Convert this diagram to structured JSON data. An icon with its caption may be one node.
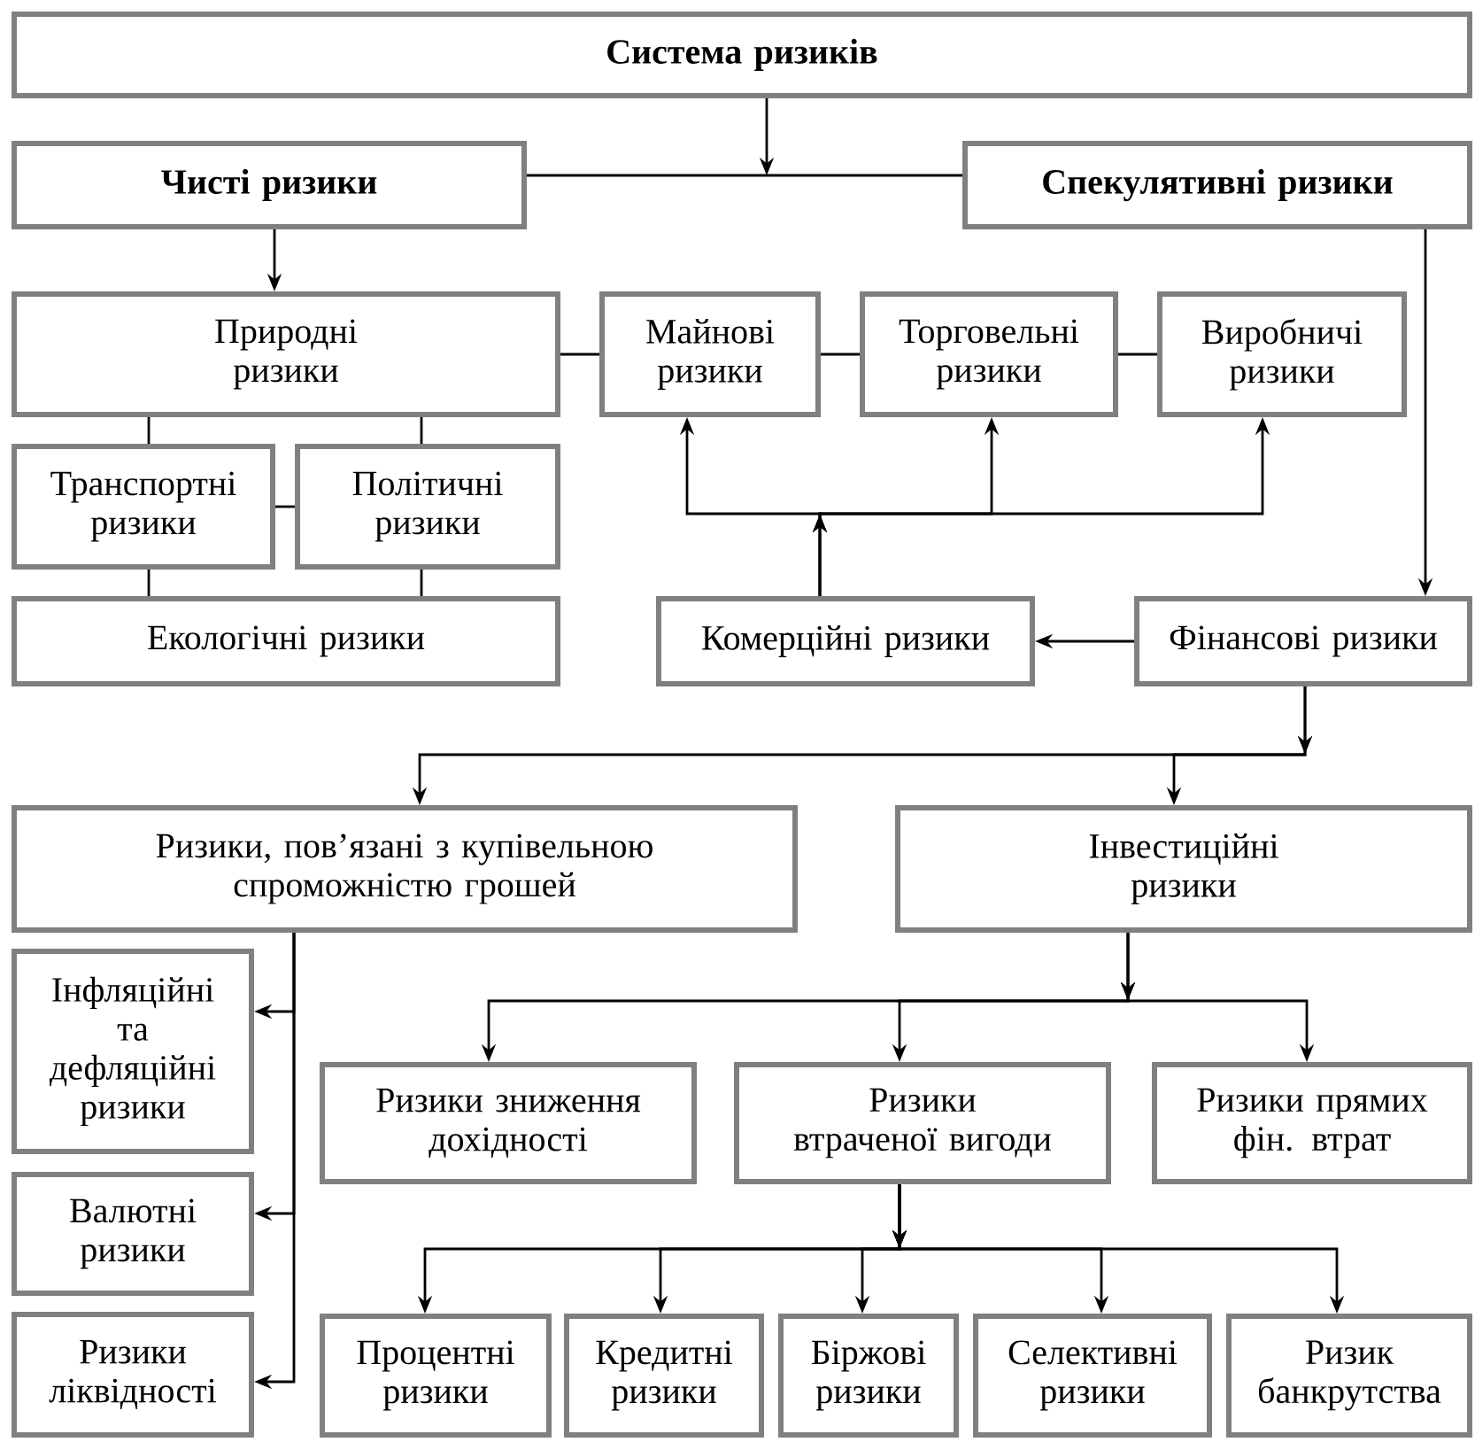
{
  "diagram": {
    "nodes": [
      {
        "text": [
          "Система ризиків"
        ]
      },
      {
        "text": [
          "Чисті ризики"
        ]
      },
      {
        "text": [
          "Спекулятивні ризики"
        ]
      },
      {
        "text": [
          "Природні ризики"
        ]
      },
      {
        "text": [
          "Майнові ризики"
        ]
      },
      {
        "text": [
          "Торговельні ризики"
        ]
      },
      {
        "text": [
          "Виробничі ризики"
        ]
      },
      {
        "text": [
          "Транспортні ризики"
        ]
      },
      {
        "text": [
          "Політичні ризики"
        ]
      },
      {
        "text": [
          "Екологічні ризики"
        ]
      },
      {
        "text": [
          "Комерційні ризики"
        ]
      },
      {
        "text": [
          "Фінансові ризики"
        ]
      },
      {
        "text": [
          "Ризики, пов’язані з купівельною спроможністю грошей"
        ]
      },
      {
        "text": [
          "Інвестиційні ризики"
        ]
      },
      {
        "text": [
          "Інфляційні та дефляційні ризики"
        ]
      },
      {
        "text": [
          "Валютні ризики"
        ]
      },
      {
        "text": [
          "Ризики ліквідності"
        ]
      },
      {
        "text": [
          "Ризики зниження дохідності"
        ]
      },
      {
        "text": [
          "Ризики втраченої вигоди"
        ]
      },
      {
        "text": [
          "Ризики прямих фін. втрат"
        ]
      },
      {
        "text": [
          "Процентні ризики"
        ]
      },
      {
        "text": [
          "Кредитні ризики"
        ]
      },
      {
        "text": [
          "Біржові ризики"
        ]
      },
      {
        "text": [
          "Селективні ризики"
        ]
      },
      {
        "text": [
          "Ризик банкрутства"
        ]
      }
    ],
    "edges": [
      {
        "from": 0,
        "to": null,
        "arrow": "to"
      },
      {
        "from": 1,
        "to": 2,
        "arrow": "none"
      },
      {
        "from": 1,
        "to": 3,
        "arrow": "to"
      },
      {
        "from": 3,
        "to": 4,
        "arrow": "none"
      },
      {
        "from": 4,
        "to": 5,
        "arrow": "none"
      },
      {
        "from": 5,
        "to": 6,
        "arrow": "none"
      },
      {
        "from": 3,
        "to": 7,
        "arrow": "none"
      },
      {
        "from": 3,
        "to": 8,
        "arrow": "none"
      },
      {
        "from": 7,
        "to": 8,
        "arrow": "none"
      },
      {
        "from": 7,
        "to": 9,
        "arrow": "none"
      },
      {
        "from": 8,
        "to": 9,
        "arrow": "none"
      },
      {
        "from": 2,
        "to": 11,
        "arrow": "to"
      },
      {
        "from": 11,
        "to": 10,
        "arrow": "to"
      },
      {
        "from": 10,
        "to": 4,
        "arrow": "to"
      },
      {
        "from": 10,
        "to": 5,
        "arrow": "to"
      },
      {
        "from": 10,
        "to": 6,
        "arrow": "to"
      },
      {
        "from": 11,
        "to": 12,
        "arrow": "to"
      },
      {
        "from": 11,
        "to": 13,
        "arrow": "to"
      },
      {
        "from": 12,
        "to": 14,
        "arrow": "to"
      },
      {
        "from": 12,
        "to": 15,
        "arrow": "to"
      },
      {
        "from": 12,
        "to": 16,
        "arrow": "to"
      },
      {
        "from": 13,
        "to": 17,
        "arrow": "to"
      },
      {
        "from": 13,
        "to": 18,
        "arrow": "to"
      },
      {
        "from": 13,
        "to": 19,
        "arrow": "to"
      },
      {
        "from": 18,
        "to": 20,
        "arrow": "to"
      },
      {
        "from": 18,
        "to": 21,
        "arrow": "to"
      },
      {
        "from": 18,
        "to": 22,
        "arrow": "to"
      },
      {
        "from": 18,
        "to": 23,
        "arrow": "to"
      },
      {
        "from": 18,
        "to": 24,
        "arrow": "to"
      }
    ]
  }
}
